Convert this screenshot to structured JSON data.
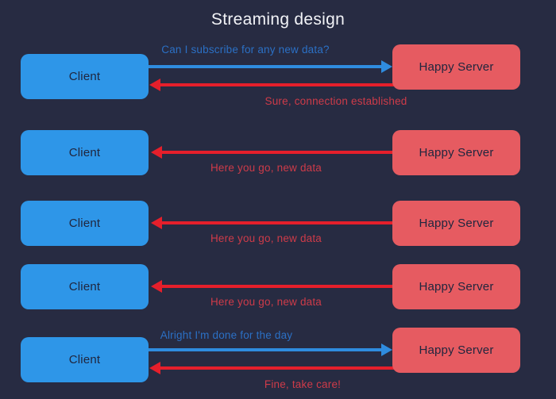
{
  "title": "Streaming design",
  "colors": {
    "background": "#272b42",
    "client_box": "#2e96e8",
    "server_box": "#e65b61",
    "request_arrow": "#2f8cdf",
    "response_arrow": "#e51f2b",
    "request_text": "#2b70c5",
    "response_text": "#ce3b49",
    "box_text": "#20263e",
    "title_text": "#f2f3f7"
  },
  "rows": [
    {
      "client": "Client",
      "server": "Happy Server",
      "request": "Can I subscribe for any new data?",
      "response": "Sure, connection established"
    },
    {
      "client": "Client",
      "server": "Happy Server",
      "response": "Here you go, new data"
    },
    {
      "client": "Client",
      "server": "Happy Server",
      "response": "Here you go, new data"
    },
    {
      "client": "Client",
      "server": "Happy Server",
      "response": "Here you go, new data"
    },
    {
      "client": "Client",
      "server": "Happy Server",
      "request": "Alright I'm done for the day",
      "response": "Fine, take care!"
    }
  ]
}
